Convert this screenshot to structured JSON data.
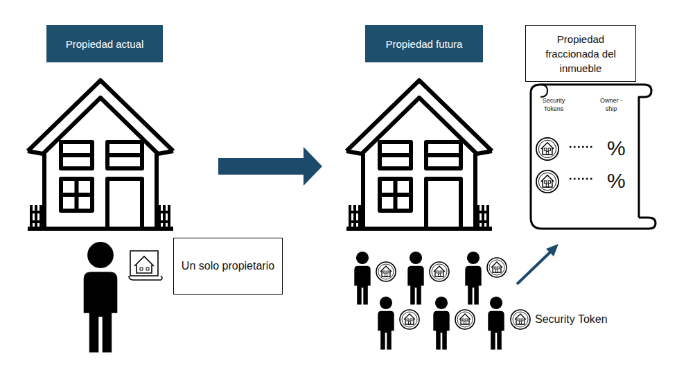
{
  "diagram": {
    "nodes": [
      {
        "text": [
          "Propiedad actual"
        ]
      },
      {
        "text": [
          "Propiedad futura"
        ]
      },
      {
        "text": [
          "Propiedad fraccionada del inmueble"
        ]
      },
      {
        "text": [
          "Un solo propietario"
        ]
      },
      {
        "text": [
          "Security Tokens",
          "Owner -ship"
        ]
      }
    ],
    "labels": [
      "%",
      "%",
      "Security Token"
    ]
  }
}
